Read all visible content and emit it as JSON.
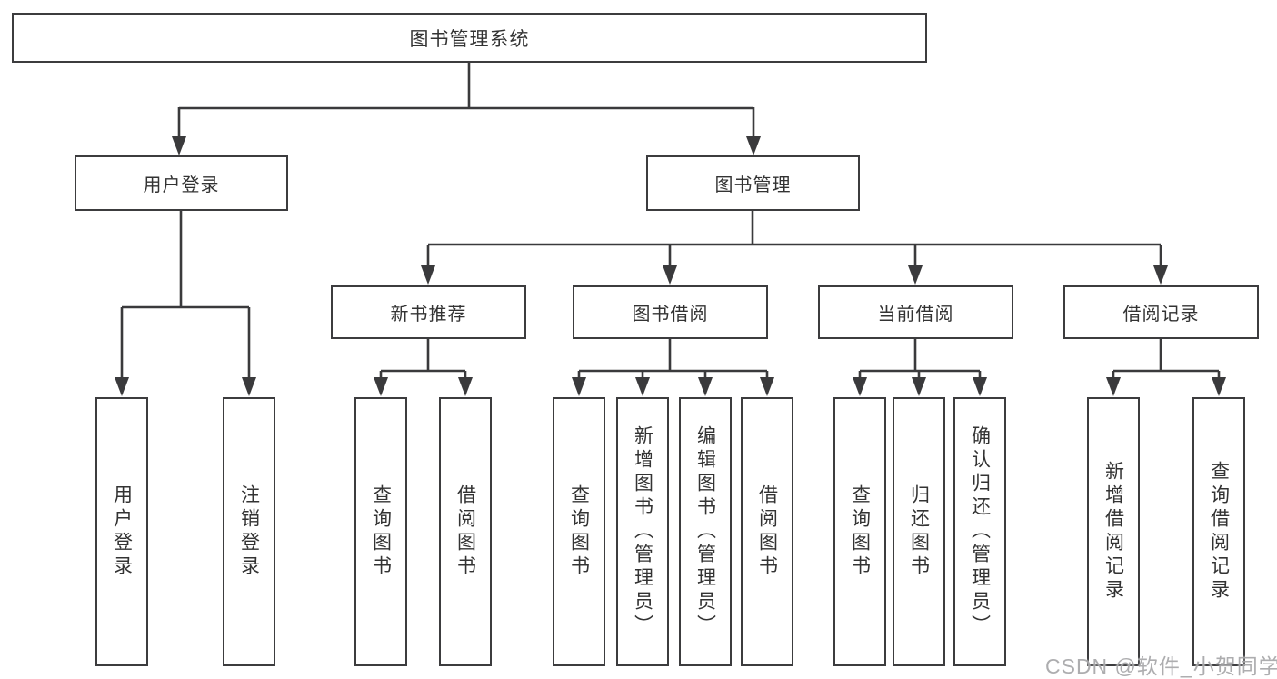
{
  "colors": {
    "line": "#3a3a3c",
    "box_border": "#3c3c3e",
    "text": "#333333",
    "watermark": "#a4a4a6",
    "background": "#ffffff"
  },
  "tree": {
    "label": "图书管理系统",
    "children": [
      {
        "label": "用户登录",
        "children": [
          {
            "label": "用户登录"
          },
          {
            "label": "注销登录"
          }
        ]
      },
      {
        "label": "图书管理",
        "children": [
          {
            "label": "新书推荐",
            "children": [
              {
                "label": "查询图书"
              },
              {
                "label": "借阅图书"
              }
            ]
          },
          {
            "label": "图书借阅",
            "children": [
              {
                "label": "查询图书"
              },
              {
                "label": "新增图书（管理员）"
              },
              {
                "label": "编辑图书（管理员）"
              },
              {
                "label": "借阅图书"
              }
            ]
          },
          {
            "label": "当前借阅",
            "children": [
              {
                "label": "查询图书"
              },
              {
                "label": "归还图书"
              },
              {
                "label": "确认归还（管理员）"
              }
            ]
          },
          {
            "label": "借阅记录",
            "children": [
              {
                "label": "新增借阅记录"
              },
              {
                "label": "查询借阅记录"
              }
            ]
          }
        ]
      }
    ]
  },
  "watermark": {
    "text": "CSDN @软件_小贺同学"
  }
}
